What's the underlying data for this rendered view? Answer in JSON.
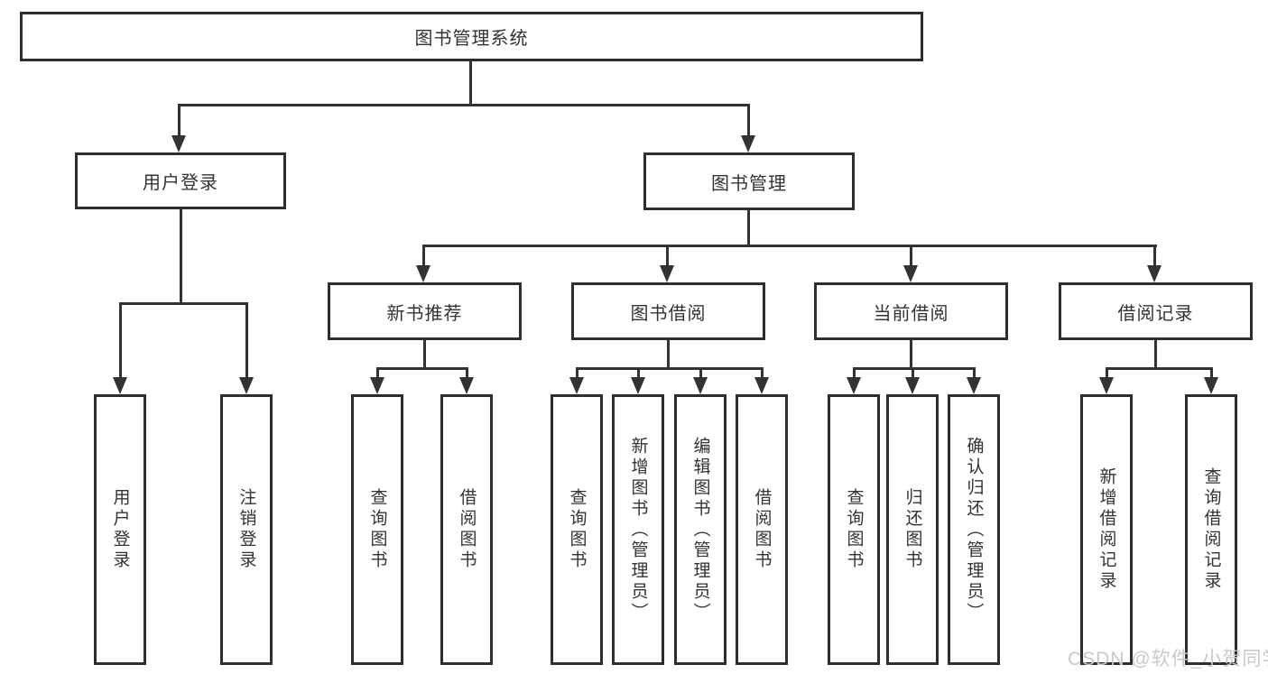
{
  "tree": {
    "root": "图书管理系统",
    "branches": [
      {
        "label": "用户登录",
        "leaves": [
          "用户登录",
          "注销登录"
        ]
      },
      {
        "label": "图书管理",
        "groups": [
          {
            "label": "新书推荐",
            "leaves": [
              "查询图书",
              "借阅图书"
            ]
          },
          {
            "label": "图书借阅",
            "leaves": [
              "查询图书",
              "新增图书（管理员）",
              "编辑图书（管理员）",
              "借阅图书"
            ]
          },
          {
            "label": "当前借阅",
            "leaves": [
              "查询图书",
              "归还图书",
              "确认归还（管理员）"
            ]
          },
          {
            "label": "借阅记录",
            "leaves": [
              "新增借阅记录",
              "查询借阅记录"
            ]
          }
        ]
      }
    ]
  },
  "watermark": "CSDN @软件_小贺同学",
  "colors": {
    "line": "#333333",
    "box_border": "#2e2e2e",
    "text": "#333333",
    "watermark": "#c9c9c9",
    "background": "#ffffff"
  }
}
